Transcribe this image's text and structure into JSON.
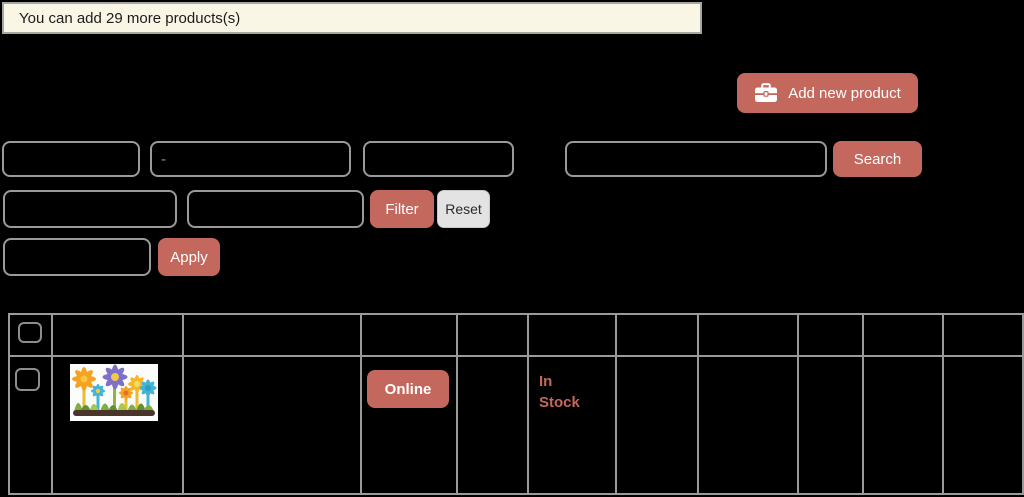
{
  "colors": {
    "accent": "#c4685e",
    "banner_background": "#faf6e6",
    "banner_text": "#1c1c1c",
    "border_gray": "#9a9a9a",
    "reset_button_background": "#e3e3e3",
    "page_background": "#000000",
    "stock_text": "#c4685e"
  },
  "banner": {
    "message": "You can add 29 more products(s)"
  },
  "header": {
    "add_product_label": "Add new product",
    "add_product_icon": "briefcase-icon"
  },
  "filters": {
    "row1": {
      "inputs": [
        "",
        "-",
        ""
      ],
      "search_value": "",
      "search_label": "Search"
    },
    "row2": {
      "inputs": [
        "",
        ""
      ],
      "filter_label": "Filter",
      "reset_label": "Reset"
    },
    "row3": {
      "inputs": [
        ""
      ],
      "apply_label": "Apply"
    }
  },
  "table": {
    "headers": [
      "",
      "",
      "",
      "",
      "",
      "",
      "",
      "",
      "",
      "",
      ""
    ],
    "row": {
      "status_badge": "Online",
      "stock_status": "In Stock",
      "thumbnail_icon": "paper-flowers-image"
    }
  }
}
